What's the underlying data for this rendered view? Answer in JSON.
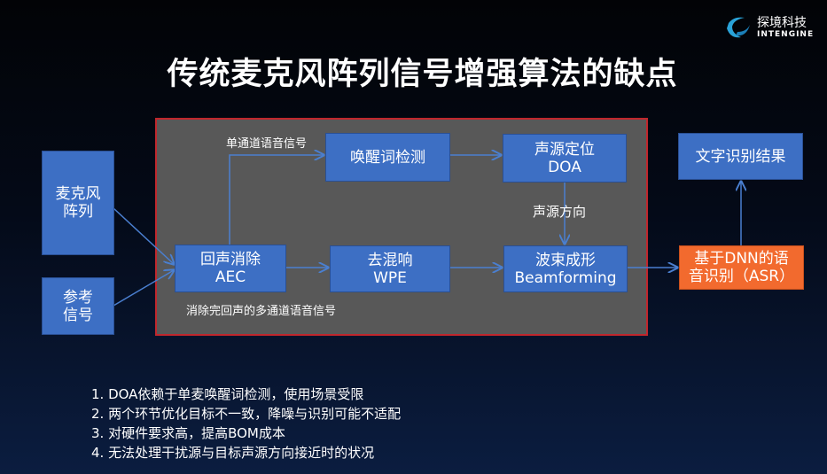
{
  "logo": {
    "cn": "探境科技",
    "en": "INTENGINE"
  },
  "title": "传统麦克风阵列信号增强算法的缺点",
  "boxes": {
    "mic": [
      "麦克风",
      "阵列"
    ],
    "ref": [
      "参考",
      "信号"
    ],
    "aec": [
      "回声消除",
      "AEC"
    ],
    "wpe": [
      "去混响",
      "WPE"
    ],
    "bf": [
      "波束成形",
      "Beamforming"
    ],
    "wake": [
      "唤醒词检测"
    ],
    "doa": [
      "声源定位",
      "DOA"
    ],
    "text": [
      "文字识别结果"
    ],
    "asr": [
      "基于DNN的语",
      "音识别（ASR）"
    ]
  },
  "labels": {
    "single": "单通道语音信号",
    "direction": "声源方向",
    "multi": "消除完回声的多通道语音信号"
  },
  "bullets": [
    "1. DOA依赖于单麦唤醒词检测，使用场景受限",
    "2. 两个环节优化目标不一致，降噪与识别可能不适配",
    "3. 对硬件要求高，提高BOM成本",
    "4. 无法处理干扰源与目标声源方向接近时的状况"
  ],
  "colors": {
    "box": "#3d6fc4",
    "asr": "#f26a2e",
    "panel_border": "#c0272d"
  }
}
